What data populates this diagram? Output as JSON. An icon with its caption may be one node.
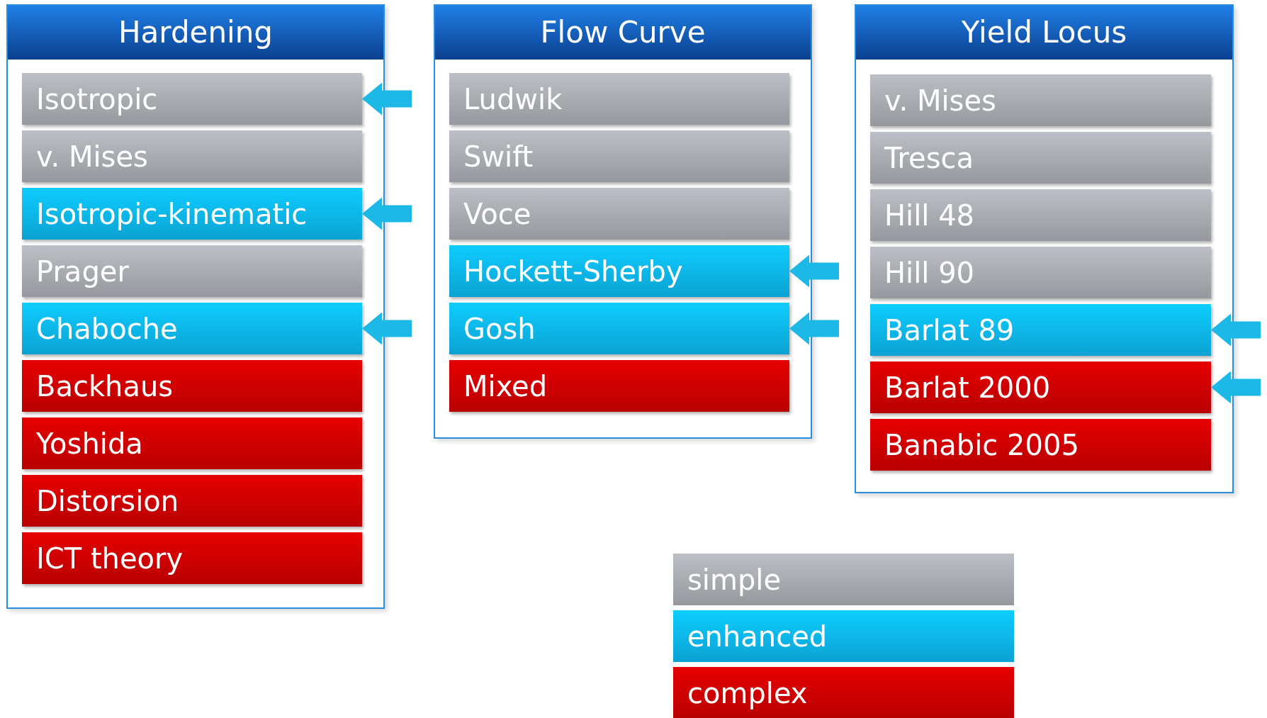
{
  "diagram": {
    "nodes": [
      {
        "text": [
          "Hardening"
        ]
      },
      {
        "text": [
          "Isotropic"
        ],
        "in": 0
      },
      {
        "text": [
          "v. Mises"
        ],
        "in": 0
      },
      {
        "text": [
          "Isotropic-kinematic"
        ],
        "in": 0
      },
      {
        "text": [
          "Prager"
        ],
        "in": 0
      },
      {
        "text": [
          "Chaboche"
        ],
        "in": 0
      },
      {
        "text": [
          "Backhaus"
        ],
        "in": 0
      },
      {
        "text": [
          "Yoshida"
        ],
        "in": 0
      },
      {
        "text": [
          "Distorsion"
        ],
        "in": 0
      },
      {
        "text": [
          "ICT theory"
        ],
        "in": 0
      },
      {
        "text": [
          "Flow Curve"
        ]
      },
      {
        "text": [
          "Ludwik"
        ],
        "in": 10
      },
      {
        "text": [
          "Swift"
        ],
        "in": 10
      },
      {
        "text": [
          "Voce"
        ],
        "in": 10
      },
      {
        "text": [
          "Hockett-Sherby"
        ],
        "in": 10
      },
      {
        "text": [
          "Gosh"
        ],
        "in": 10
      },
      {
        "text": [
          "Mixed"
        ],
        "in": 10
      },
      {
        "text": [
          "Yield Locus"
        ]
      },
      {
        "text": [
          "v. Mises"
        ],
        "in": 17
      },
      {
        "text": [
          "Tresca"
        ],
        "in": 17
      },
      {
        "text": [
          "Hill 48"
        ],
        "in": 17
      },
      {
        "text": [
          "Hill 90"
        ],
        "in": 17
      },
      {
        "text": [
          "Barlat 89"
        ],
        "in": 17
      },
      {
        "text": [
          "Barlat 2000"
        ],
        "in": 17
      },
      {
        "text": [
          "Banabic 2005"
        ],
        "in": 17
      }
    ],
    "edges": [
      {
        "from": null,
        "to": 1,
        "arrow": "to"
      },
      {
        "from": null,
        "to": 3,
        "arrow": "to"
      },
      {
        "from": null,
        "to": 5,
        "arrow": "to"
      },
      {
        "from": null,
        "to": 14,
        "arrow": "to"
      },
      {
        "from": null,
        "to": 15,
        "arrow": "to"
      },
      {
        "from": null,
        "to": 22,
        "arrow": "to"
      },
      {
        "from": null,
        "to": 23,
        "arrow": "to"
      }
    ],
    "legend": [
      {
        "text": "simple",
        "color": "#a9acb1"
      },
      {
        "text": "enhanced",
        "color": "#0db8ee"
      },
      {
        "text": "complex",
        "color": "#d00000"
      }
    ]
  }
}
